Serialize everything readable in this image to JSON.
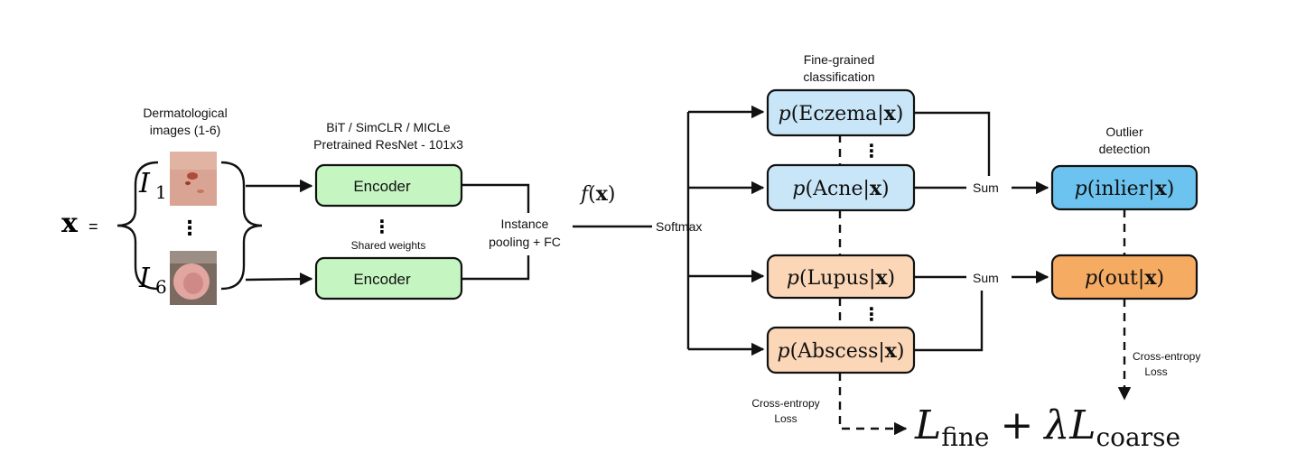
{
  "input": {
    "x_symbol": "x",
    "equals": "=",
    "caption_line1": "Dermatological",
    "caption_line2": "images (1-6)",
    "first_index": "I",
    "first_sub": "1",
    "last_index": "I",
    "last_sub": "6",
    "ellipsis": "⋮"
  },
  "encoder": {
    "header_line1": "BiT / SimCLR / MICLe",
    "header_line2": "Pretrained ResNet - 101x3",
    "label_top": "Encoder",
    "label_bottom": "Encoder",
    "shared_weights": "Shared weights",
    "ellipsis": "⋮"
  },
  "pooling": {
    "line1": "Instance",
    "line2": "pooling + FC"
  },
  "feature": {
    "f": "f",
    "open": "(",
    "x": "x",
    "close": ")"
  },
  "softmax": "Softmax",
  "fine": {
    "header_line1": "Fine-grained",
    "header_line2": "classification",
    "classes": [
      {
        "p": "p",
        "label": "Eczema",
        "bar": "|",
        "x": "x"
      },
      {
        "p": "p",
        "label": "Acne",
        "bar": "|",
        "x": "x"
      },
      {
        "p": "p",
        "label": "Lupus",
        "bar": "|",
        "x": "x"
      },
      {
        "p": "p",
        "label": "Abscess",
        "bar": "|",
        "x": "x"
      }
    ],
    "ellipsis_top": "⋮",
    "ellipsis_bottom": "⋮"
  },
  "sum_top": "Sum",
  "sum_bottom": "Sum",
  "outlier": {
    "header_line1": "Outlier",
    "header_line2": "detection",
    "inlier": {
      "p": "p",
      "label": "inlier",
      "bar": "|",
      "x": "x"
    },
    "out": {
      "p": "p",
      "label": "out",
      "bar": "|",
      "x": "x"
    }
  },
  "loss_left": {
    "line1": "Cross-entropy",
    "line2": "Loss"
  },
  "loss_right": {
    "line1": "Cross-entropy",
    "line2": "Loss"
  },
  "total_loss": {
    "L1": "L",
    "sub1": "fine",
    "plus": "+",
    "lambda": "λ",
    "L2": "L",
    "sub2": "coarse"
  },
  "colors": {
    "encoder_fill": "#c5f5c0",
    "fine_inlier_fill": "#c8e6f7",
    "inlier_fill": "#6cc3f0",
    "fine_outlier_fill": "#fbd7b8",
    "out_fill": "#f6ab63"
  }
}
